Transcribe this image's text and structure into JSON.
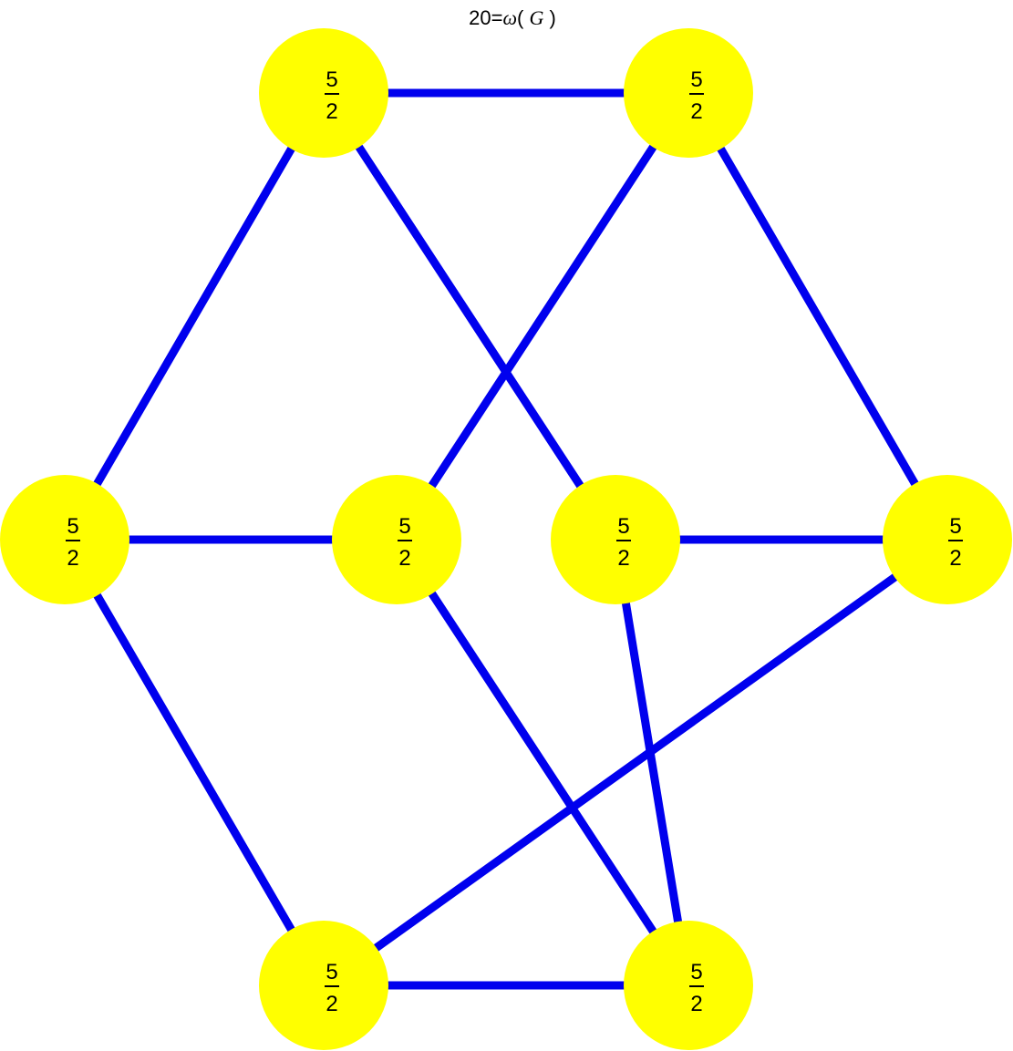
{
  "title": {
    "prefix": "20=",
    "omega": "ω",
    "open": "( ",
    "g": "G",
    "close": " )"
  },
  "colors": {
    "node_fill": "#ffff00",
    "edge": "#0000ee",
    "label": "#000000",
    "background": "#ffffff"
  },
  "nodes": [
    {
      "id": "n1",
      "numerator": "5",
      "denominator": "2"
    },
    {
      "id": "n2",
      "numerator": "5",
      "denominator": "2"
    },
    {
      "id": "n3",
      "numerator": "5",
      "denominator": "2"
    },
    {
      "id": "n4",
      "numerator": "5",
      "denominator": "2"
    },
    {
      "id": "n5",
      "numerator": "5",
      "denominator": "2"
    },
    {
      "id": "n6",
      "numerator": "5",
      "denominator": "2"
    },
    {
      "id": "n7",
      "numerator": "5",
      "denominator": "2"
    },
    {
      "id": "n8",
      "numerator": "5",
      "denominator": "2"
    }
  ],
  "edges": [
    [
      "n1",
      "n2"
    ],
    [
      "n1",
      "n3"
    ],
    [
      "n1",
      "n5"
    ],
    [
      "n2",
      "n4"
    ],
    [
      "n2",
      "n6"
    ],
    [
      "n3",
      "n4"
    ],
    [
      "n3",
      "n7"
    ],
    [
      "n4",
      "n8"
    ],
    [
      "n5",
      "n6"
    ],
    [
      "n5",
      "n8"
    ],
    [
      "n6",
      "n7"
    ],
    [
      "n7",
      "n8"
    ]
  ]
}
